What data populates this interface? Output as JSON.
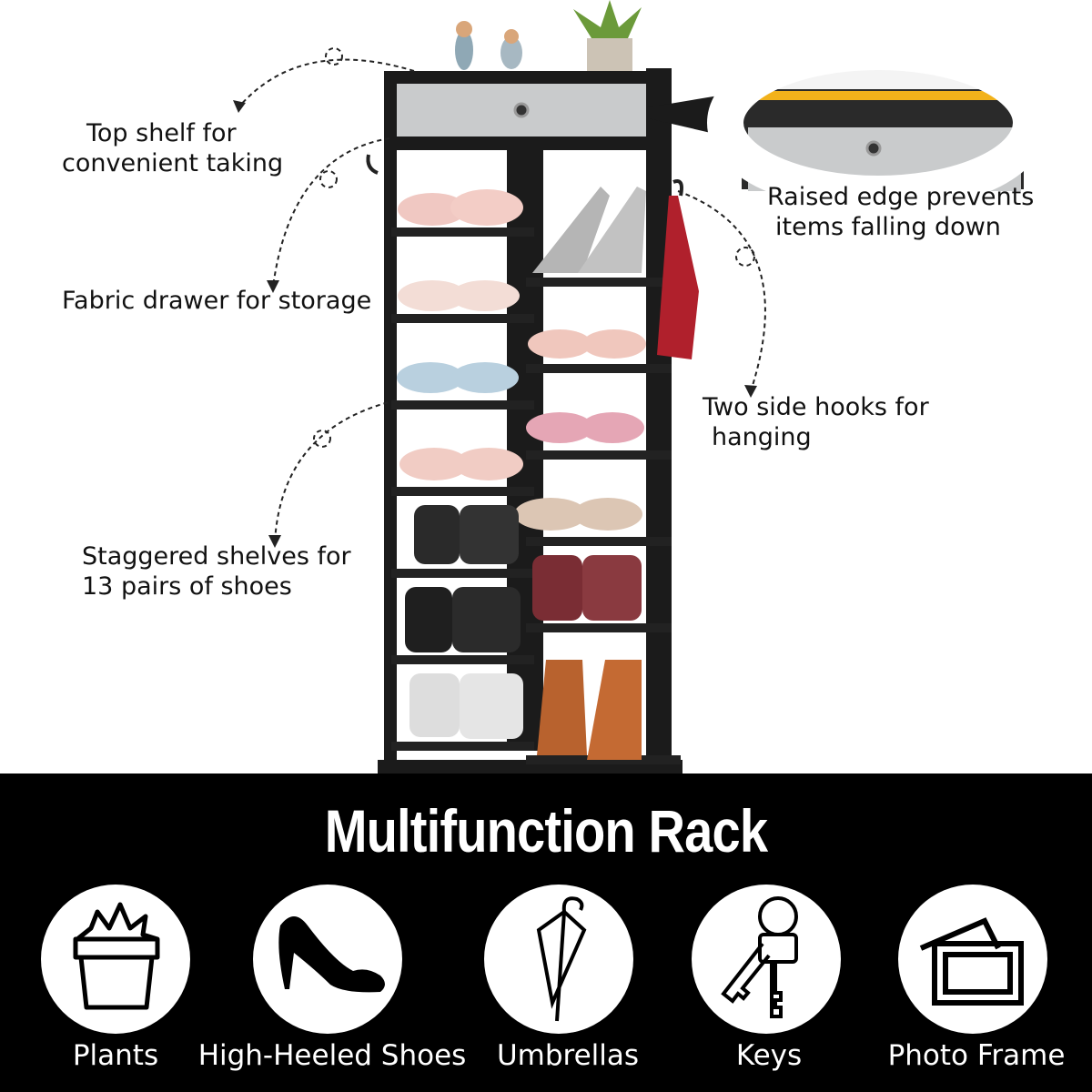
{
  "annotations": {
    "top_shelf": [
      "Top shelf for",
      "convenient taking"
    ],
    "drawer": "Fabric drawer for storage",
    "staggered": [
      "Staggered shelves for",
      "13 pairs of shoes"
    ],
    "raised_edge": [
      "Raised edge prevents",
      "items falling down"
    ],
    "hooks": [
      "Two side hooks for",
      "hanging"
    ]
  },
  "banner": {
    "title": "Multifunction Rack",
    "items": [
      {
        "label": "Plants",
        "icon": "plant-pot-icon"
      },
      {
        "label": "High-Heeled Shoes",
        "icon": "high-heel-icon"
      },
      {
        "label": "Umbrellas",
        "icon": "umbrella-icon"
      },
      {
        "label": "Keys",
        "icon": "keys-icon"
      },
      {
        "label": "Photo Frame",
        "icon": "photo-frame-icon"
      }
    ]
  },
  "colors": {
    "rack": "#1a1a1a",
    "drawer": "#c9cbcc",
    "accent": "#f2b21b",
    "band": "#000000"
  }
}
